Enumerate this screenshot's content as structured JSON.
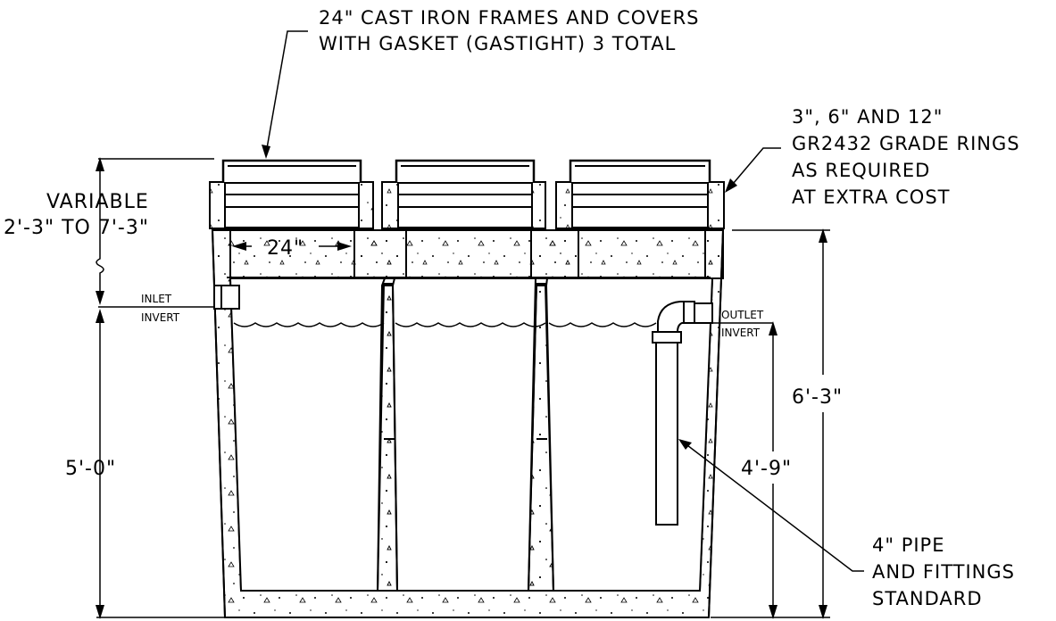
{
  "annotations": {
    "frames_line1": "24\" CAST IRON FRAMES AND COVERS",
    "frames_line2": "WITH GASKET (GASTIGHT) 3 TOTAL",
    "rings_line1": "3\", 6\" AND 12\"",
    "rings_line2": "GR2432 GRADE RINGS",
    "rings_line3": "AS REQUIRED",
    "rings_line4": "AT EXTRA COST",
    "pipe_line1": "4\" PIPE",
    "pipe_line2": "AND FITTINGS",
    "pipe_line3": "STANDARD"
  },
  "dimensions": {
    "variable_line1": "VARIABLE",
    "variable_line2": "2'-3\" TO 7'-3\"",
    "opening_width": "24\"",
    "left_height": "5'-0\"",
    "total_height": "6'-3\"",
    "outlet_height": "4'-9\""
  },
  "labels": {
    "inlet_line1": "INLET",
    "inlet_line2": "INVERT",
    "outlet_line1": "OUTLET",
    "outlet_line2": "INVERT"
  }
}
